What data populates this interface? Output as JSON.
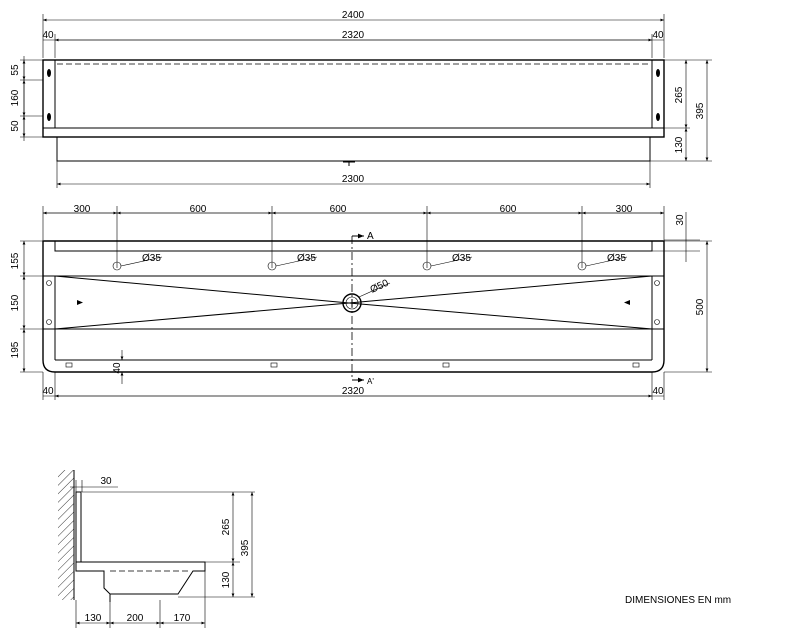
{
  "front_view": {
    "overall_width": "2400",
    "left_margin": "40",
    "inner_width": "2320",
    "right_margin": "40",
    "bottom_width": "2300",
    "left_dims": [
      "55",
      "160",
      "50"
    ],
    "right_dims": [
      "265",
      "130",
      "395"
    ]
  },
  "top_view": {
    "spacings": [
      "300",
      "600",
      "600",
      "600",
      "300"
    ],
    "top_right": "30",
    "holes": [
      "Ø35",
      "Ø35",
      "Ø35",
      "Ø35"
    ],
    "drain": "Ø50",
    "section_a": "A",
    "section_a_prime": "A'",
    "left_dims": [
      "155",
      "150",
      "195"
    ],
    "depth": "500",
    "lip": "40",
    "bottom_left": "40",
    "bottom_width": "2320",
    "bottom_right": "40"
  },
  "section_view": {
    "top": "30",
    "right_dims": [
      "265",
      "130",
      "395"
    ],
    "bottom_dims": [
      "130",
      "200",
      "170"
    ]
  },
  "note": "DIMENSIONES EN mm"
}
